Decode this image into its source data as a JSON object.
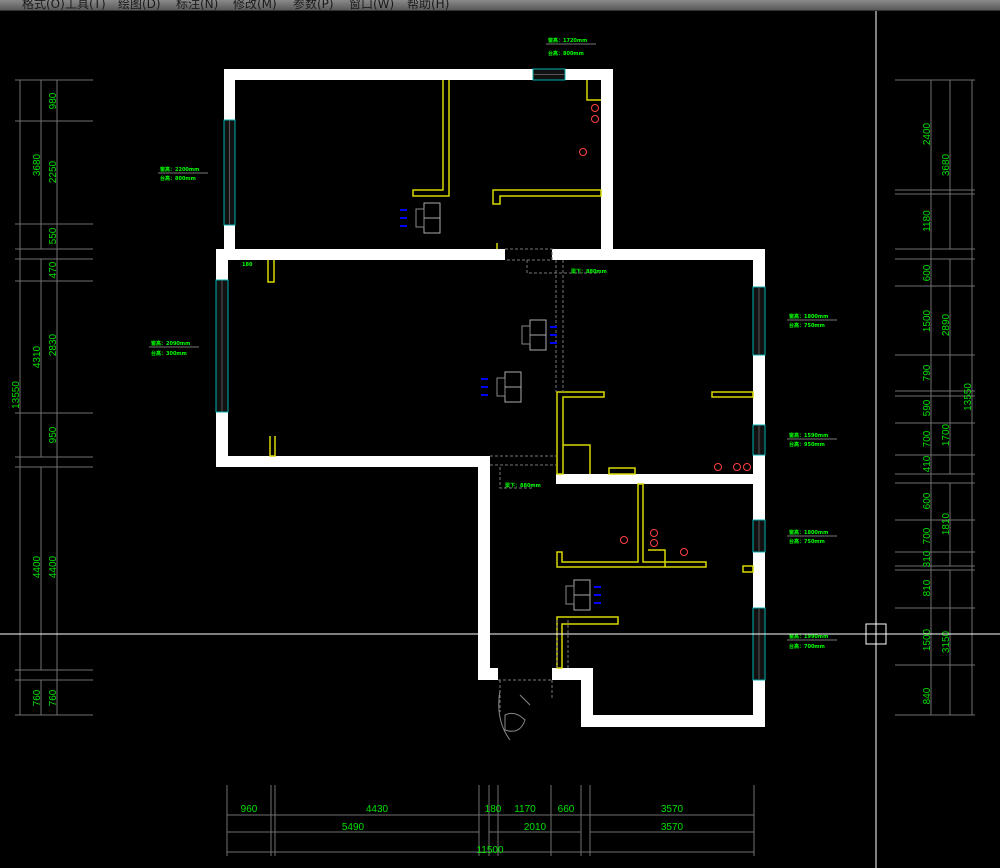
{
  "menu": [
    "格式(O)",
    "工具(T)",
    "绘图(D)",
    "标注(N)",
    "修改(M)",
    "参数(P)",
    "窗口(W)",
    "帮助(H)"
  ],
  "colors": {
    "wall": "#ffffff",
    "window": "#00b0b0",
    "partition": "#d8d800",
    "dimension": "#00e000",
    "dim_line": "#707070",
    "ac_arrow": "#0000ff",
    "light": "#ff4040",
    "crosshair": "#ffffff"
  },
  "dimensions": {
    "left": [
      "13550",
      "3680",
      "4310",
      "4400",
      "760",
      "980",
      "2250",
      "550",
      "470",
      "2830",
      "950",
      "4400",
      "760"
    ],
    "right": [
      "2400",
      "1180",
      "600",
      "1500",
      "790",
      "590",
      "700",
      "410",
      "600",
      "700",
      "310",
      "810",
      "1500",
      "840",
      "3680",
      "2890",
      "1700",
      "1810",
      "3150",
      "13550"
    ],
    "bottom": [
      "960",
      "4430",
      "180",
      "1170",
      "660",
      "3570",
      "5490",
      "2010",
      "3570",
      "11500"
    ]
  },
  "notes": [
    {
      "line1": "窗高：1720mm",
      "line2": "台高：800mm"
    },
    {
      "line1": "窗高：2200mm",
      "line2": "台高：800mm"
    },
    {
      "line1": "窗高：2090mm",
      "line2": "台高：300mm"
    },
    {
      "line1": "窗高：1800mm",
      "line2": "台高：750mm"
    },
    {
      "line1": "窗高：1590mm",
      "line2": "台高：950mm"
    },
    {
      "line1": "窗高：1800mm",
      "line2": "台高：750mm"
    },
    {
      "line1": "窗高：1990mm",
      "line2": "台高：700mm"
    },
    {
      "line1": "梁下：880mm",
      "line2": ""
    },
    {
      "line1": "梁下：880mm",
      "line2": ""
    },
    {
      "line1": "180",
      "line2": ""
    }
  ]
}
